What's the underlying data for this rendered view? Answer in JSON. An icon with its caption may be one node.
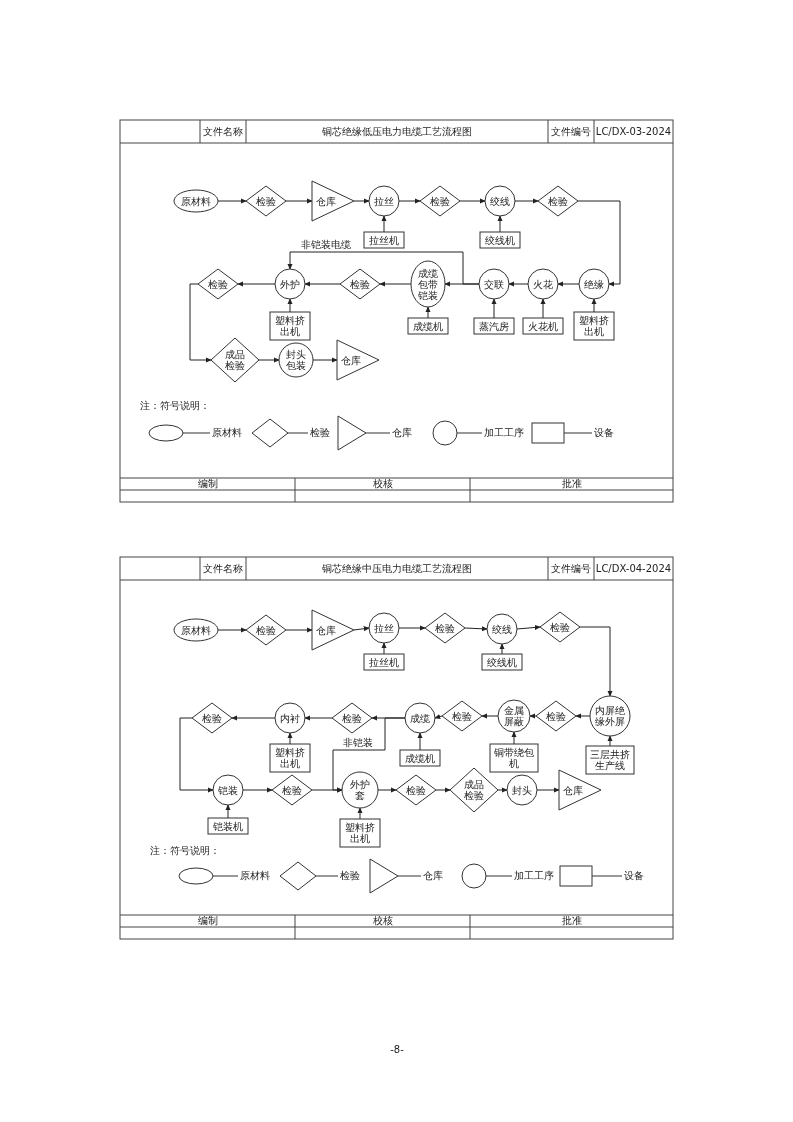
{
  "diagram": {
    "nodes": [
      {
        "text": [
          "原材料"
        ]
      },
      {
        "text": [
          "检验"
        ]
      },
      {
        "text": [
          "仓库"
        ]
      },
      {
        "text": [
          "拉丝"
        ]
      },
      {
        "text": [
          "拉丝机"
        ]
      },
      {
        "text": [
          "检验"
        ]
      },
      {
        "text": [
          "绞线"
        ]
      },
      {
        "text": [
          "绞线机"
        ]
      },
      {
        "text": [
          "检验"
        ]
      },
      {
        "text": [
          "绝缘"
        ]
      },
      {
        "text": [
          "塑料挤出机"
        ]
      },
      {
        "text": [
          "火花"
        ]
      },
      {
        "text": [
          "火花机"
        ]
      },
      {
        "text": [
          "交联"
        ]
      },
      {
        "text": [
          "蒸汽房"
        ]
      },
      {
        "text": [
          "成缆包带铠装"
        ]
      },
      {
        "text": [
          "成缆机"
        ]
      },
      {
        "text": [
          "检验"
        ]
      },
      {
        "text": [
          "外护"
        ]
      },
      {
        "text": [
          "塑料挤出机"
        ]
      },
      {
        "text": [
          "检验"
        ]
      },
      {
        "text": [
          "成品检验"
        ]
      },
      {
        "text": [
          "封头包装"
        ]
      },
      {
        "text": [
          "仓库"
        ]
      },
      {
        "text": [
          "原材料"
        ]
      },
      {
        "text": [
          "检验"
        ]
      },
      {
        "text": [
          "仓库"
        ]
      },
      {
        "text": [
          "拉丝"
        ]
      },
      {
        "text": [
          "拉丝机"
        ]
      },
      {
        "text": [
          "检验"
        ]
      },
      {
        "text": [
          "绞线"
        ]
      },
      {
        "text": [
          "绞线机"
        ]
      },
      {
        "text": [
          "检验"
        ]
      },
      {
        "text": [
          "内屏绝缘外屏"
        ]
      },
      {
        "text": [
          "三层共挤生产线"
        ]
      },
      {
        "text": [
          "检验"
        ]
      },
      {
        "text": [
          "金属屏蔽"
        ]
      },
      {
        "text": [
          "铜带绕包机"
        ]
      },
      {
        "text": [
          "检验"
        ]
      },
      {
        "text": [
          "成缆"
        ]
      },
      {
        "text": [
          "成缆机"
        ]
      },
      {
        "text": [
          "检验"
        ]
      },
      {
        "text": [
          "内衬"
        ]
      },
      {
        "text": [
          "塑料挤出机"
        ]
      },
      {
        "text": [
          "检验"
        ]
      },
      {
        "text": [
          "铠装"
        ]
      },
      {
        "text": [
          "铠装机"
        ]
      },
      {
        "text": [
          "检验"
        ]
      },
      {
        "text": [
          "外护套"
        ]
      },
      {
        "text": [
          "塑料挤出机"
        ]
      },
      {
        "text": [
          "检验"
        ]
      },
      {
        "text": [
          "成品检验"
        ]
      },
      {
        "text": [
          "封头"
        ]
      },
      {
        "text": [
          "仓库"
        ]
      }
    ],
    "edges": [
      {
        "from": 0,
        "to": 1,
        "arrow": "to"
      },
      {
        "from": 1,
        "to": 2,
        "arrow": "to"
      },
      {
        "from": 2,
        "to": 3,
        "arrow": "to"
      },
      {
        "from": 4,
        "to": 3,
        "arrow": "to"
      },
      {
        "from": 3,
        "to": 5,
        "arrow": "to"
      },
      {
        "from": 5,
        "to": 6,
        "arrow": "to"
      },
      {
        "from": 7,
        "to": 6,
        "arrow": "to"
      },
      {
        "from": 6,
        "to": 8,
        "arrow": "to"
      },
      {
        "from": 8,
        "to": 9,
        "arrow": "to"
      },
      {
        "from": 10,
        "to": 9,
        "arrow": "to"
      },
      {
        "from": 9,
        "to": 11,
        "arrow": "to"
      },
      {
        "from": 12,
        "to": 11,
        "arrow": "to"
      },
      {
        "from": 11,
        "to": 13,
        "arrow": "to"
      },
      {
        "from": 14,
        "to": 13,
        "arrow": "to"
      },
      {
        "from": 13,
        "to": 15,
        "arrow": "to"
      },
      {
        "from": 13,
        "to": 18,
        "arrow": "to",
        "label": "非铠装电缆"
      },
      {
        "from": 16,
        "to": 15,
        "arrow": "to"
      },
      {
        "from": 15,
        "to": 17,
        "arrow": "to"
      },
      {
        "from": 17,
        "to": 18,
        "arrow": "to"
      },
      {
        "from": 19,
        "to": 18,
        "arrow": "to"
      },
      {
        "from": 18,
        "to": 20,
        "arrow": "to"
      },
      {
        "from": 20,
        "to": 21,
        "arrow": "to"
      },
      {
        "from": 21,
        "to": 22,
        "arrow": "to"
      },
      {
        "from": 22,
        "to": 23,
        "arrow": "to"
      },
      {
        "from": 24,
        "to": 25,
        "arrow": "to"
      },
      {
        "from": 25,
        "to": 26,
        "arrow": "to"
      },
      {
        "from": 26,
        "to": 27,
        "arrow": "to"
      },
      {
        "from": 28,
        "to": 27,
        "arrow": "to"
      },
      {
        "from": 27,
        "to": 29,
        "arrow": "to"
      },
      {
        "from": 29,
        "to": 30,
        "arrow": "to"
      },
      {
        "from": 31,
        "to": 30,
        "arrow": "to"
      },
      {
        "from": 30,
        "to": 32,
        "arrow": "to"
      },
      {
        "from": 32,
        "to": 33,
        "arrow": "to"
      },
      {
        "from": 34,
        "to": 33,
        "arrow": "to"
      },
      {
        "from": 33,
        "to": 35,
        "arrow": "to"
      },
      {
        "from": 35,
        "to": 36,
        "arrow": "to"
      },
      {
        "from": 37,
        "to": 36,
        "arrow": "to"
      },
      {
        "from": 36,
        "to": 38,
        "arrow": "to"
      },
      {
        "from": 38,
        "to": 39,
        "arrow": "to"
      },
      {
        "from": 40,
        "to": 39,
        "arrow": "to"
      },
      {
        "from": 39,
        "to": 41,
        "arrow": "to"
      },
      {
        "from": 39,
        "to": 48,
        "arrow": "to",
        "label": "非铠装"
      },
      {
        "from": 41,
        "to": 42,
        "arrow": "to"
      },
      {
        "from": 43,
        "to": 42,
        "arrow": "to"
      },
      {
        "from": 42,
        "to": 44,
        "arrow": "to"
      },
      {
        "from": 44,
        "to": 45,
        "arrow": "to"
      },
      {
        "from": 46,
        "to": 45,
        "arrow": "to"
      },
      {
        "from": 45,
        "to": 47,
        "arrow": "to"
      },
      {
        "from": 47,
        "to": 48,
        "arrow": "to"
      },
      {
        "from": 49,
        "to": 48,
        "arrow": "to"
      },
      {
        "from": 48,
        "to": 50,
        "arrow": "to"
      },
      {
        "from": 50,
        "to": 51,
        "arrow": "to"
      },
      {
        "from": 51,
        "to": 52,
        "arrow": "to"
      },
      {
        "from": 52,
        "to": 53,
        "arrow": "to"
      }
    ],
    "labels": [
      "文件名称",
      "铜芯绝缘低压电力电缆工艺流程图",
      "文件编号",
      "LC/DX-03-2024",
      "注：符号说明：",
      "编制",
      "校核",
      "批准",
      "文件名称",
      "铜芯绝缘中压电力电缆工艺流程图",
      "文件编号",
      "LC/DX-04-2024",
      "注：符号说明：",
      "编制",
      "校核",
      "批准",
      "-8-"
    ],
    "legend": [
      {
        "text": "原材料"
      },
      {
        "text": "检验"
      },
      {
        "text": "仓库"
      },
      {
        "text": "加工工序"
      },
      {
        "text": "设备"
      },
      {
        "text": "原材料"
      },
      {
        "text": "检验"
      },
      {
        "text": "仓库"
      },
      {
        "text": "加工工序"
      },
      {
        "text": "设备"
      }
    ]
  }
}
